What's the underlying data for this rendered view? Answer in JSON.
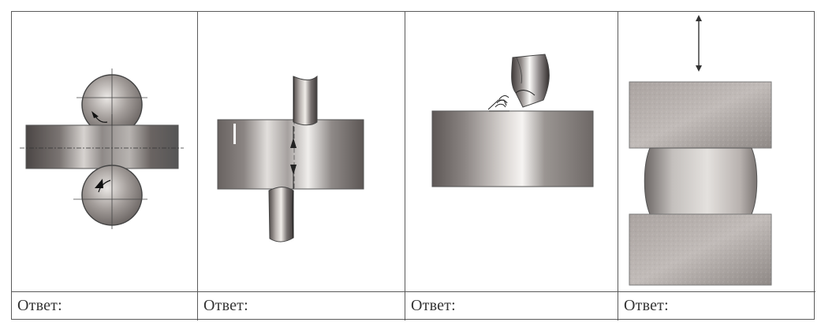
{
  "answer_label": "Ответ:",
  "cells": [
    {
      "id": "rolling"
    },
    {
      "id": "shearing"
    },
    {
      "id": "cutting"
    },
    {
      "id": "forging"
    }
  ]
}
